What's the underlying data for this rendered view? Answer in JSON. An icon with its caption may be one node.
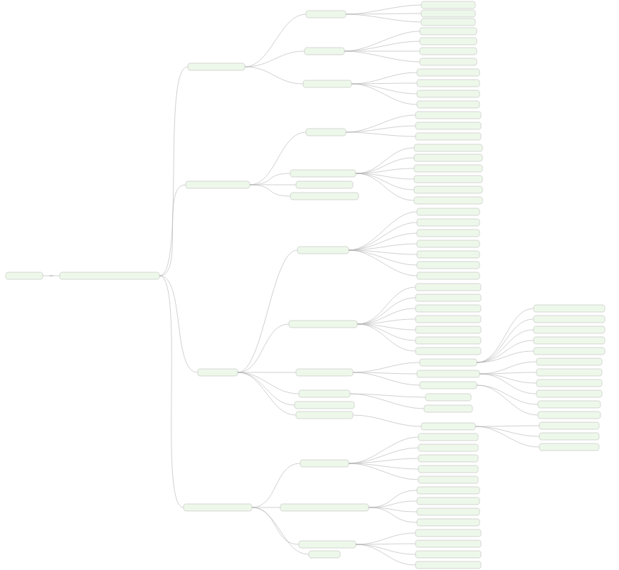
{
  "diagram": {
    "nodes": [
      {
        "text": [],
        "shape": "box"
      },
      {
        "text": [],
        "shape": "box"
      },
      {
        "text": [],
        "shape": "box"
      },
      {
        "text": [],
        "shape": "box"
      },
      {
        "text": [],
        "shape": "box"
      },
      {
        "text": [],
        "shape": "box"
      },
      {
        "text": [],
        "shape": "box"
      },
      {
        "text": [],
        "shape": "box"
      },
      {
        "text": [],
        "shape": "box"
      },
      {
        "text": [],
        "shape": "box"
      },
      {
        "text": [],
        "shape": "box"
      },
      {
        "text": [],
        "shape": "box"
      },
      {
        "text": [],
        "shape": "box"
      },
      {
        "text": [],
        "shape": "box"
      },
      {
        "text": [],
        "shape": "box"
      },
      {
        "text": [],
        "shape": "box"
      },
      {
        "text": [],
        "shape": "box"
      },
      {
        "text": [],
        "shape": "box"
      },
      {
        "text": [],
        "shape": "box"
      },
      {
        "text": [],
        "shape": "box"
      },
      {
        "text": [],
        "shape": "box"
      },
      {
        "text": [],
        "shape": "box"
      },
      {
        "text": [],
        "shape": "box"
      },
      {
        "text": [],
        "shape": "box"
      },
      {
        "text": [],
        "shape": "box"
      },
      {
        "text": [],
        "shape": "box"
      },
      {
        "text": [],
        "shape": "box"
      },
      {
        "text": [],
        "shape": "box"
      },
      {
        "text": [],
        "shape": "box"
      },
      {
        "text": [],
        "shape": "box"
      },
      {
        "text": [],
        "shape": "box"
      },
      {
        "text": [],
        "shape": "box"
      },
      {
        "text": [],
        "shape": "box"
      },
      {
        "text": [],
        "shape": "box"
      },
      {
        "text": [],
        "shape": "box"
      },
      {
        "text": [],
        "shape": "box"
      },
      {
        "text": [],
        "shape": "box"
      },
      {
        "text": [],
        "shape": "box"
      },
      {
        "text": [],
        "shape": "box"
      },
      {
        "text": [],
        "shape": "box"
      },
      {
        "text": [],
        "shape": "box"
      },
      {
        "text": [],
        "shape": "box"
      },
      {
        "text": [],
        "shape": "box"
      },
      {
        "text": [],
        "shape": "box"
      },
      {
        "text": [],
        "shape": "box"
      },
      {
        "text": [],
        "shape": "box"
      },
      {
        "text": [],
        "shape": "box"
      },
      {
        "text": [],
        "shape": "box"
      },
      {
        "text": [],
        "shape": "box"
      },
      {
        "text": [],
        "shape": "box"
      },
      {
        "text": [],
        "shape": "box"
      },
      {
        "text": [],
        "shape": "box"
      },
      {
        "text": [],
        "shape": "box"
      },
      {
        "text": [],
        "shape": "box"
      },
      {
        "text": [],
        "shape": "box"
      },
      {
        "text": [],
        "shape": "box"
      },
      {
        "text": [],
        "shape": "box"
      },
      {
        "text": [],
        "shape": "box"
      },
      {
        "text": [],
        "shape": "box"
      },
      {
        "text": [],
        "shape": "box"
      },
      {
        "text": [],
        "shape": "box"
      },
      {
        "text": [],
        "shape": "box"
      },
      {
        "text": [],
        "shape": "box"
      },
      {
        "text": [],
        "shape": "box"
      },
      {
        "text": [],
        "shape": "box"
      },
      {
        "text": [],
        "shape": "box"
      },
      {
        "text": [],
        "shape": "box"
      },
      {
        "text": [],
        "shape": "box"
      },
      {
        "text": [],
        "shape": "box"
      },
      {
        "text": [],
        "shape": "box"
      },
      {
        "text": [],
        "shape": "box"
      },
      {
        "text": [],
        "shape": "box"
      },
      {
        "text": [],
        "shape": "box"
      },
      {
        "text": [],
        "shape": "box"
      },
      {
        "text": [],
        "shape": "box"
      },
      {
        "text": [],
        "shape": "box"
      },
      {
        "text": [],
        "shape": "box"
      },
      {
        "text": [],
        "shape": "box"
      },
      {
        "text": [],
        "shape": "box"
      },
      {
        "text": [],
        "shape": "box"
      },
      {
        "text": [],
        "shape": "box"
      },
      {
        "text": [],
        "shape": "box"
      },
      {
        "text": [],
        "shape": "box"
      },
      {
        "text": [],
        "shape": "box"
      },
      {
        "text": [],
        "shape": "box"
      },
      {
        "text": [],
        "shape": "box"
      },
      {
        "text": [],
        "shape": "box"
      },
      {
        "text": [],
        "shape": "box"
      },
      {
        "text": [],
        "shape": "box"
      },
      {
        "text": [],
        "shape": "box"
      }
    ],
    "edges": [
      {
        "from": 0,
        "to": 1,
        "arrow": "none"
      },
      {
        "from": 1,
        "to": 2,
        "arrow": "none"
      },
      {
        "from": 1,
        "to": 3,
        "arrow": "none"
      },
      {
        "from": 1,
        "to": 4,
        "arrow": "none"
      },
      {
        "from": 1,
        "to": 5,
        "arrow": "none"
      },
      {
        "from": 2,
        "to": 6,
        "arrow": "none"
      },
      {
        "from": 2,
        "to": 7,
        "arrow": "none"
      },
      {
        "from": 2,
        "to": 8,
        "arrow": "none"
      },
      {
        "from": 6,
        "to": 23,
        "arrow": "none"
      },
      {
        "from": 6,
        "to": 24,
        "arrow": "none"
      },
      {
        "from": 6,
        "to": 25,
        "arrow": "none"
      },
      {
        "from": 7,
        "to": 26,
        "arrow": "none"
      },
      {
        "from": 7,
        "to": 27,
        "arrow": "none"
      },
      {
        "from": 7,
        "to": 28,
        "arrow": "none"
      },
      {
        "from": 7,
        "to": 29,
        "arrow": "none"
      },
      {
        "from": 8,
        "to": 30,
        "arrow": "none"
      },
      {
        "from": 8,
        "to": 31,
        "arrow": "none"
      },
      {
        "from": 8,
        "to": 32,
        "arrow": "none"
      },
      {
        "from": 8,
        "to": 33,
        "arrow": "none"
      },
      {
        "from": 3,
        "to": 9,
        "arrow": "none"
      },
      {
        "from": 3,
        "to": 10,
        "arrow": "none"
      },
      {
        "from": 3,
        "to": 11,
        "arrow": "none"
      },
      {
        "from": 3,
        "to": 12,
        "arrow": "none"
      },
      {
        "from": 9,
        "to": 34,
        "arrow": "none"
      },
      {
        "from": 9,
        "to": 35,
        "arrow": "none"
      },
      {
        "from": 9,
        "to": 36,
        "arrow": "none"
      },
      {
        "from": 10,
        "to": 37,
        "arrow": "none"
      },
      {
        "from": 10,
        "to": 38,
        "arrow": "none"
      },
      {
        "from": 10,
        "to": 39,
        "arrow": "none"
      },
      {
        "from": 10,
        "to": 40,
        "arrow": "none"
      },
      {
        "from": 10,
        "to": 41,
        "arrow": "none"
      },
      {
        "from": 10,
        "to": 42,
        "arrow": "none"
      },
      {
        "from": 4,
        "to": 13,
        "arrow": "none"
      },
      {
        "from": 4,
        "to": 14,
        "arrow": "none"
      },
      {
        "from": 4,
        "to": 15,
        "arrow": "none"
      },
      {
        "from": 4,
        "to": 16,
        "arrow": "none"
      },
      {
        "from": 4,
        "to": 17,
        "arrow": "none"
      },
      {
        "from": 4,
        "to": 18,
        "arrow": "none"
      },
      {
        "from": 13,
        "to": 43,
        "arrow": "none"
      },
      {
        "from": 13,
        "to": 44,
        "arrow": "none"
      },
      {
        "from": 13,
        "to": 45,
        "arrow": "none"
      },
      {
        "from": 13,
        "to": 46,
        "arrow": "none"
      },
      {
        "from": 13,
        "to": 47,
        "arrow": "none"
      },
      {
        "from": 13,
        "to": 48,
        "arrow": "none"
      },
      {
        "from": 13,
        "to": 49,
        "arrow": "none"
      },
      {
        "from": 14,
        "to": 50,
        "arrow": "none"
      },
      {
        "from": 14,
        "to": 51,
        "arrow": "none"
      },
      {
        "from": 14,
        "to": 52,
        "arrow": "none"
      },
      {
        "from": 14,
        "to": 53,
        "arrow": "none"
      },
      {
        "from": 14,
        "to": 54,
        "arrow": "none"
      },
      {
        "from": 14,
        "to": 55,
        "arrow": "none"
      },
      {
        "from": 14,
        "to": 56,
        "arrow": "none"
      },
      {
        "from": 15,
        "to": 57,
        "arrow": "none"
      },
      {
        "from": 15,
        "to": 58,
        "arrow": "none"
      },
      {
        "from": 15,
        "to": 59,
        "arrow": "none"
      },
      {
        "from": 57,
        "to": 76,
        "arrow": "none"
      },
      {
        "from": 57,
        "to": 77,
        "arrow": "none"
      },
      {
        "from": 57,
        "to": 78,
        "arrow": "none"
      },
      {
        "from": 57,
        "to": 79,
        "arrow": "none"
      },
      {
        "from": 57,
        "to": 80,
        "arrow": "none"
      },
      {
        "from": 58,
        "to": 81,
        "arrow": "none"
      },
      {
        "from": 58,
        "to": 82,
        "arrow": "none"
      },
      {
        "from": 58,
        "to": 83,
        "arrow": "none"
      },
      {
        "from": 58,
        "to": 84,
        "arrow": "none"
      },
      {
        "from": 59,
        "to": 85,
        "arrow": "none"
      },
      {
        "from": 59,
        "to": 86,
        "arrow": "none"
      },
      {
        "from": 16,
        "to": 60,
        "arrow": "none"
      },
      {
        "from": 16,
        "to": 61,
        "arrow": "none"
      },
      {
        "from": 18,
        "to": 62,
        "arrow": "none"
      },
      {
        "from": 62,
        "to": 87,
        "arrow": "none"
      },
      {
        "from": 62,
        "to": 88,
        "arrow": "none"
      },
      {
        "from": 62,
        "to": 89,
        "arrow": "none"
      },
      {
        "from": 5,
        "to": 19,
        "arrow": "none"
      },
      {
        "from": 5,
        "to": 20,
        "arrow": "none"
      },
      {
        "from": 5,
        "to": 21,
        "arrow": "none"
      },
      {
        "from": 5,
        "to": 22,
        "arrow": "none"
      },
      {
        "from": 19,
        "to": 63,
        "arrow": "none"
      },
      {
        "from": 19,
        "to": 64,
        "arrow": "none"
      },
      {
        "from": 19,
        "to": 65,
        "arrow": "none"
      },
      {
        "from": 19,
        "to": 66,
        "arrow": "none"
      },
      {
        "from": 19,
        "to": 67,
        "arrow": "none"
      },
      {
        "from": 20,
        "to": 68,
        "arrow": "none"
      },
      {
        "from": 20,
        "to": 69,
        "arrow": "none"
      },
      {
        "from": 20,
        "to": 70,
        "arrow": "none"
      },
      {
        "from": 20,
        "to": 71,
        "arrow": "none"
      },
      {
        "from": 21,
        "to": 72,
        "arrow": "none"
      },
      {
        "from": 21,
        "to": 73,
        "arrow": "none"
      },
      {
        "from": 21,
        "to": 74,
        "arrow": "none"
      },
      {
        "from": 21,
        "to": 75,
        "arrow": "none"
      }
    ]
  }
}
